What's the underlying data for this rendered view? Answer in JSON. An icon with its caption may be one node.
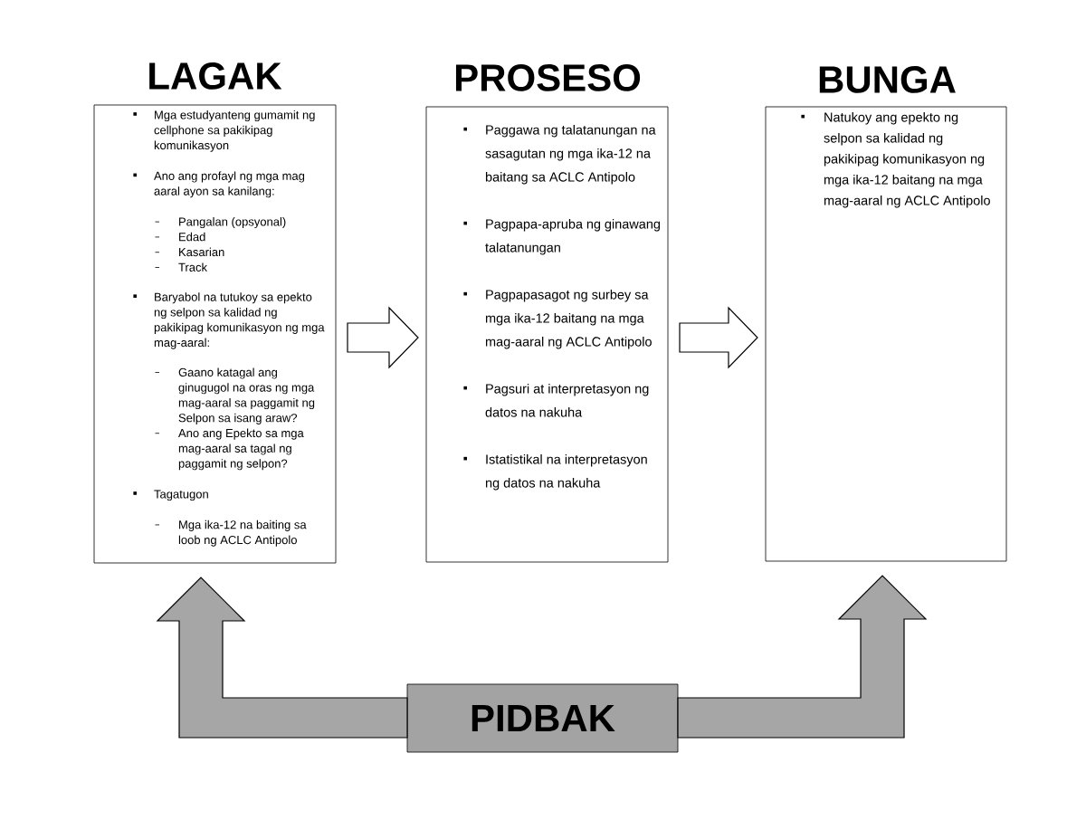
{
  "diagram": {
    "nodes": [
      {
        "text": [
          "LAGAK",
          "Mga estudyanteng gumamit ng cellphone sa pakikipag komunikasyon",
          "Ano ang profayl ng mga mag aaral ayon sa kanilang:",
          "Pangalan (opsyonal)",
          "Edad",
          "Kasarian",
          "Track",
          "Baryabol na tutukoy sa epekto ng selpon sa kalidad ng pakikipag komunikasyon ng mga mag-aaral:",
          "Gaano katagal ang ginugugol na oras ng mga mag-aaral sa paggamit ng Selpon sa isang araw?",
          "Ano ang Epekto sa mga mag-aaral sa tagal ng paggamit ng selpon?",
          "Tagatugon",
          "Mga ika-12 na baiting sa loob ng ACLC Antipolo"
        ]
      },
      {
        "text": [
          "PROSESO",
          "Paggawa ng talatanungan na sasagutan ng mga ika-12 na baitang sa ACLC Antipolo",
          "Pagpapa-apruba ng ginawang talatanungan",
          "Pagpapasagot ng surbey sa mga ika-12 baitang na mga mag-aaral ng ACLC Antipolo",
          "Pagsuri at interpretasyon ng datos na nakuha",
          "Istatistikal na interpretasyon ng datos na nakuha"
        ]
      },
      {
        "text": [
          "BUNGA",
          "Natukoy ang epekto ng selpon sa kalidad ng pakikipag komunikasyon ng mga ika-12 baitang na mga mag-aaral ng ACLC Antipolo"
        ]
      },
      {
        "text": [
          "PIDBAK"
        ]
      }
    ],
    "edges": [
      {
        "from": 0,
        "to": 1,
        "arrow": "to"
      },
      {
        "from": 1,
        "to": 2,
        "arrow": "to"
      },
      {
        "from": 3,
        "to": 0,
        "arrow": "to",
        "color": "#a6a6a6"
      },
      {
        "from": 3,
        "to": 2,
        "arrow": "to",
        "color": "#a6a6a6"
      }
    ]
  }
}
